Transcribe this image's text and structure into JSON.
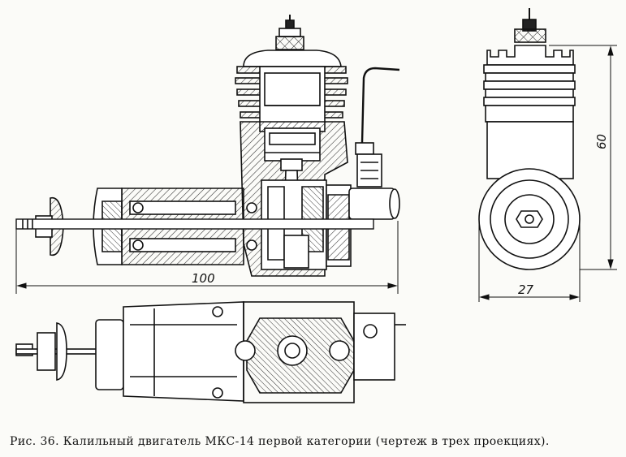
{
  "figure": {
    "dimensions": {
      "length": "100",
      "height": "60",
      "width": "27"
    },
    "caption": "Рис. 36. Калильный двигатель МКС-14 первой категории (чертеж в трех проекциях)."
  },
  "colors": {
    "ink": "#111111",
    "paper": "#fbfbf8",
    "hatch": "#333333"
  }
}
